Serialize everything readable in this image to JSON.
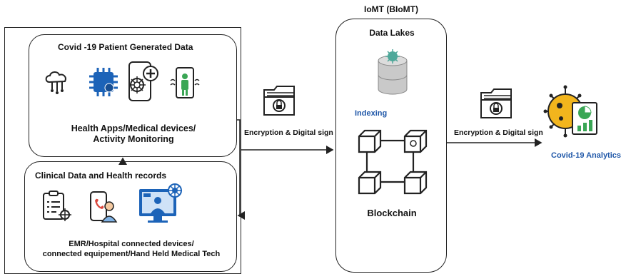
{
  "iomt": {
    "title": "IoMT (BIoMT)",
    "data_lakes": "Data Lakes",
    "indexing": "Indexing",
    "blockchain": "Blockchain"
  },
  "patient": {
    "title": "Covid -19 Patient Generated Data",
    "caption_line1": "Health Apps/Medical devices/",
    "caption_line2": "Activity Monitoring"
  },
  "clinical": {
    "title": "Clinical Data and Health records",
    "caption_line1": "EMR/Hospital connected devices/",
    "caption_line2": "connected equipement/Hand Held Medical Tech"
  },
  "encryption_left": "Encryption & Digital sign",
  "encryption_right": "Encryption & Digital sign",
  "analytics": "Covid-19 Analytics",
  "colors": {
    "accent_blue": "#1f57a8",
    "chip_blue": "#1c63b8",
    "virus_yellow": "#f2b51d",
    "green": "#3aa655"
  }
}
